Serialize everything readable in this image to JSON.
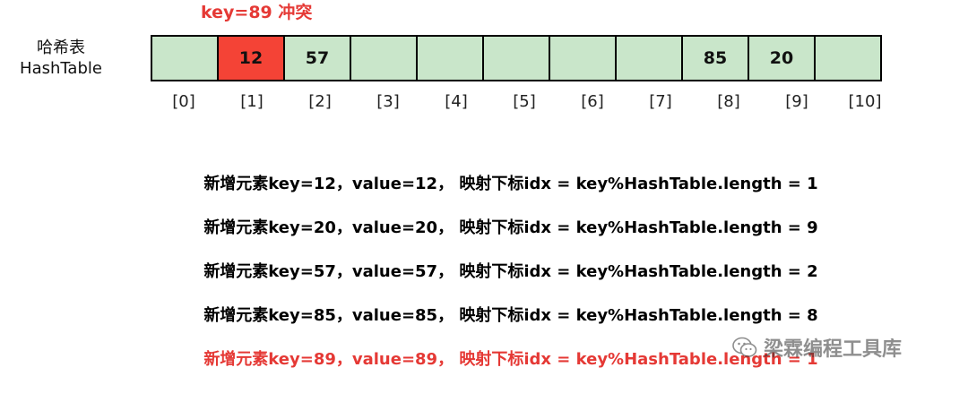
{
  "collision_note": "key=89 冲突",
  "table_label": {
    "line1": "哈希表",
    "line2": "HashTable"
  },
  "cells": [
    {
      "value": "",
      "conflict": false
    },
    {
      "value": "12",
      "conflict": true
    },
    {
      "value": "57",
      "conflict": false
    },
    {
      "value": "",
      "conflict": false
    },
    {
      "value": "",
      "conflict": false
    },
    {
      "value": "",
      "conflict": false
    },
    {
      "value": "",
      "conflict": false
    },
    {
      "value": "",
      "conflict": false
    },
    {
      "value": "85",
      "conflict": false
    },
    {
      "value": "20",
      "conflict": false
    },
    {
      "value": "",
      "conflict": false
    }
  ],
  "indices": [
    "[0]",
    "[1]",
    "[2]",
    "[3]",
    "[4]",
    "[5]",
    "[6]",
    "[7]",
    "[8]",
    "[9]",
    "[10]"
  ],
  "operations": [
    {
      "text": "新增元素key=12，value=12， 映射下标idx = key%HashTable.length = 1",
      "conflict": false
    },
    {
      "text": "新增元素key=20，value=20， 映射下标idx = key%HashTable.length = 9",
      "conflict": false
    },
    {
      "text": "新增元素key=57，value=57， 映射下标idx = key%HashTable.length = 2",
      "conflict": false
    },
    {
      "text": "新增元素key=85，value=85， 映射下标idx = key%HashTable.length = 8",
      "conflict": false
    },
    {
      "text": "新增元素key=89，value=89， 映射下标idx = key%HashTable.length = 1",
      "conflict": true
    }
  ],
  "watermark": "梁霖编程工具库",
  "colors": {
    "cell_fill": "#c9e6ca",
    "conflict_fill": "#f44336",
    "conflict_text": "#e53935"
  }
}
